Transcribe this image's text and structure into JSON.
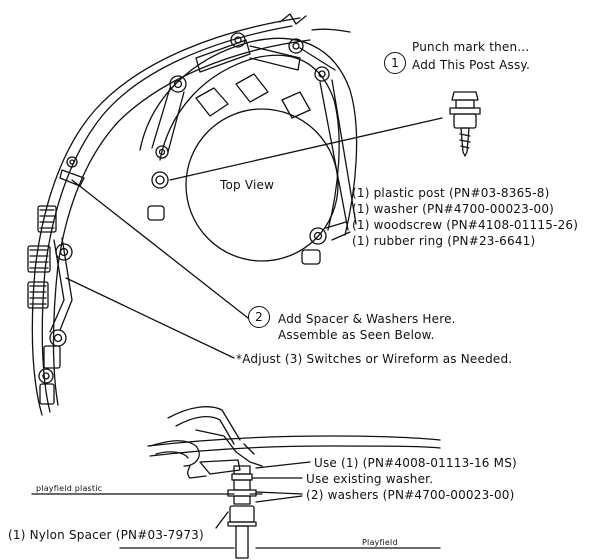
{
  "diagram": {
    "top_view_label": "Top View",
    "step1": {
      "number": "1",
      "line1": "Punch mark then...",
      "line2": "Add This Post Assy."
    },
    "parts": [
      "(1) plastic post (PN#03-8365-8)",
      "(1) washer (PN#4700-00023-00)",
      "(1) woodscrew (PN#4108-01115-26)",
      "(1) rubber ring (PN#23-6641)"
    ],
    "step2": {
      "number": "2",
      "line1": "Add Spacer & Washers Here.",
      "line2": "Assemble as Seen Below."
    },
    "adjust_note": "*Adjust (3) Switches or Wireform as Needed.",
    "side_view": {
      "use_note": "Use (1) (PN#4008-01113-16 MS)",
      "existing_washer": "Use existing washer.",
      "washers": "(2) washers (PN#4700-00023-00)",
      "spacer": "(1) Nylon Spacer (PN#03-7973)",
      "playfield_plastic": "playfield plastic",
      "playfield": "Playfield"
    }
  }
}
